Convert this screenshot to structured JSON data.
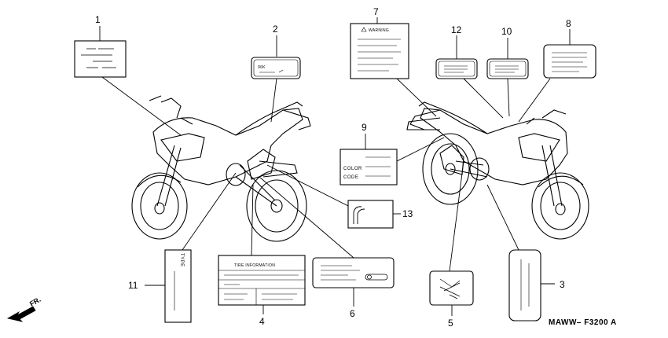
{
  "callouts": [
    {
      "num": "1"
    },
    {
      "num": "2"
    },
    {
      "num": "3"
    },
    {
      "num": "4"
    },
    {
      "num": "5"
    },
    {
      "num": "6"
    },
    {
      "num": "7"
    },
    {
      "num": "8"
    },
    {
      "num": "9"
    },
    {
      "num": "10"
    },
    {
      "num": "11"
    },
    {
      "num": "12"
    },
    {
      "num": "13"
    }
  ],
  "labels": {
    "warning": "WARNING",
    "tire_info": "TIRE   INFORMATION",
    "color": "COLOR",
    "code": "CODE",
    "type": "TYPE",
    "tag2": "96K"
  },
  "direction": "FR.",
  "diagram_code": "MAWW– F3200 A"
}
